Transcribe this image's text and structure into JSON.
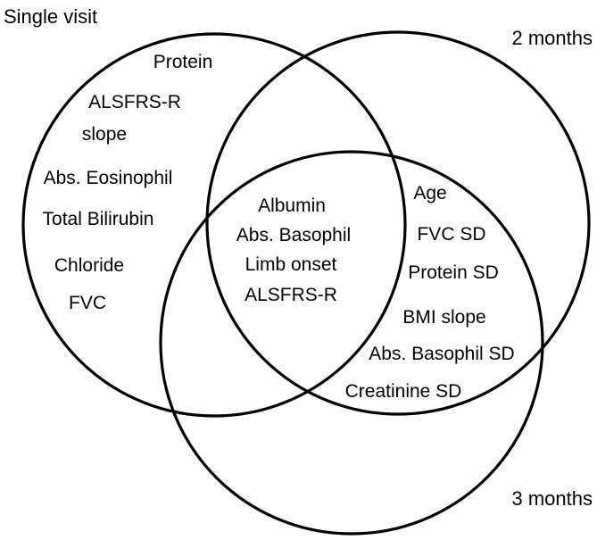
{
  "sets": {
    "single_visit": "Single visit",
    "two_months": "2 months",
    "three_months": "3 months"
  },
  "regions": {
    "single_visit_only": [
      "Protein",
      "ALSFRS-R",
      "slope",
      "Abs. Eosinophil",
      "Total Bilirubin",
      "Chloride",
      "FVC"
    ],
    "all_three": [
      "Albumin",
      "Abs. Basophil",
      "Limb onset",
      "ALSFRS-R"
    ],
    "two_and_three_months": [
      "Age",
      "FVC SD",
      "Protein SD",
      "BMI slope",
      "Abs. Basophil SD",
      "Creatinine SD"
    ]
  },
  "colors": {
    "stroke": "#000000",
    "text": "#000000",
    "background": "#ffffff"
  }
}
